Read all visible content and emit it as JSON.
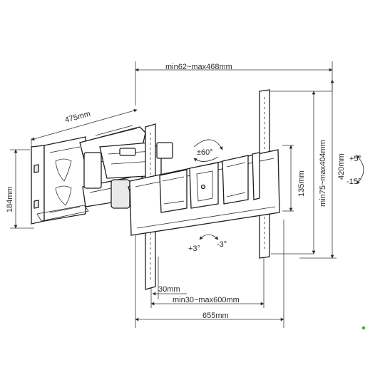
{
  "figure": {
    "dimensions": {
      "top_width": "min62~max468mm",
      "arm_depth": "475mm",
      "wall_plate_height": "184mm",
      "vesa_vertical": "min75~max404mm",
      "bracket_height": "420mm",
      "plate_inner": "135mm",
      "left_offset": "30mm",
      "vesa_horizontal": "min30~max600mm",
      "overall_width": "655mm"
    },
    "angles": {
      "swivel": "±60°",
      "tilt_up": "+5°",
      "tilt_down": "-15°",
      "level_plus": "+3°",
      "level_minus": "-3°"
    },
    "icons": {
      "swivel": "rotate-arrow-icon",
      "tilt": "tilt-arrow-icon",
      "level": "level-arrow-icon"
    },
    "colors": {
      "line": "#1e1e1e",
      "fill": "#e9e9e9",
      "accent_dot": "#3aa63a"
    }
  }
}
